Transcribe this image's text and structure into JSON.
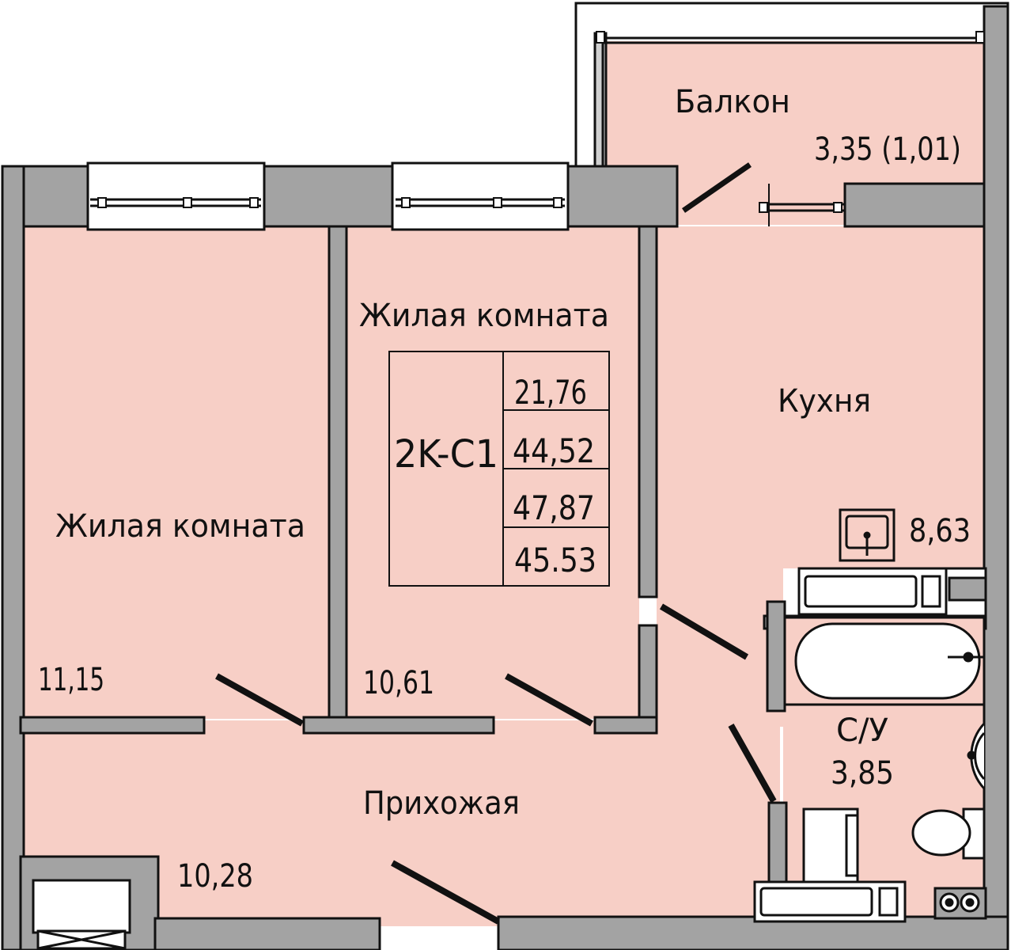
{
  "plan": {
    "code": "2K-C1",
    "areas_table": [
      "21,76",
      "44,52",
      "47,87",
      "45.53"
    ],
    "colors": {
      "floor": "#f7cfc6",
      "wall": "#a3a3a3",
      "outline": "#111111",
      "window": "#ffffff",
      "background": "#ffffff"
    },
    "rooms": [
      {
        "name": "Балкон",
        "area": "3,35 (1,01)"
      },
      {
        "name": "Жилая комната",
        "area": "11,15"
      },
      {
        "name": "Жилая комната",
        "area": "10,61"
      },
      {
        "name": "Кухня",
        "area": "8,63"
      },
      {
        "name": "С/У",
        "area": "3,85"
      },
      {
        "name": "Прихожая",
        "area": "10,28"
      }
    ]
  }
}
